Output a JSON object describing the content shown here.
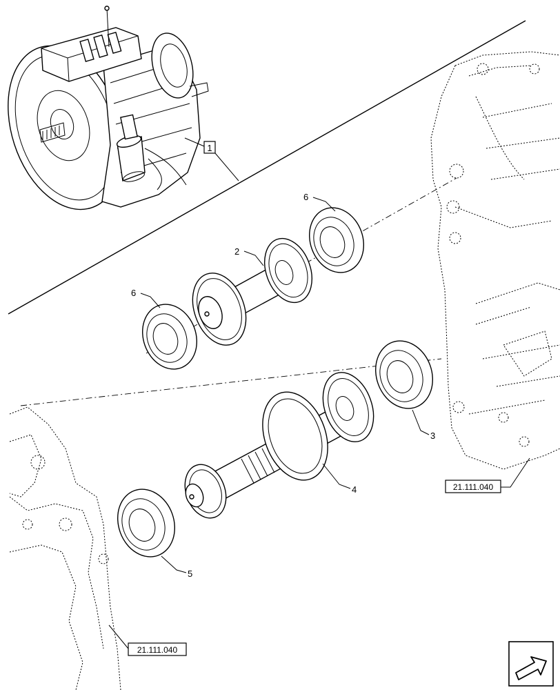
{
  "callouts": {
    "c1": "1",
    "c2": "2",
    "c3": "3",
    "c4": "4",
    "c5": "5",
    "c6a": "6",
    "c6b": "6"
  },
  "references": {
    "ref_right": "21.111.040",
    "ref_left": "21.111.040"
  },
  "navigation": {
    "icon": "arrow-back-icon"
  }
}
